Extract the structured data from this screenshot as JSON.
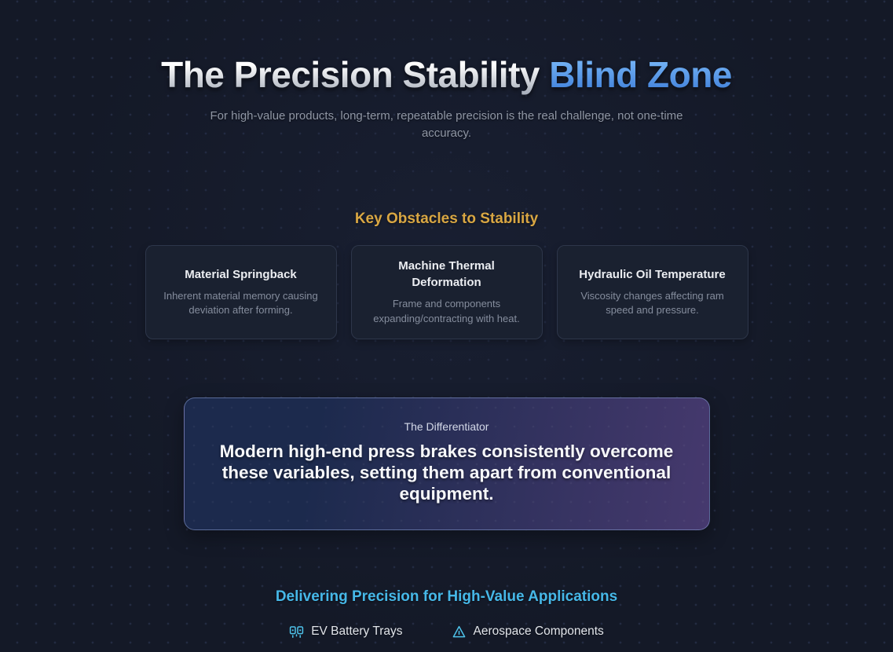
{
  "hero": {
    "title_main": "The Precision Stability",
    "title_accent": "Blind Zone",
    "subtitle": "For high-value products, long-term, repeatable precision is the real challenge, not one-time accuracy."
  },
  "obstacles": {
    "heading": "Key Obstacles to Stability",
    "cards": [
      {
        "title": "Material Springback",
        "description": "Inherent material memory causing deviation after forming."
      },
      {
        "title": "Machine Thermal Deformation",
        "description": "Frame and components expanding/contracting with heat."
      },
      {
        "title": "Hydraulic Oil Temperature",
        "description": "Viscosity changes affecting ram speed and pressure."
      }
    ]
  },
  "differentiator": {
    "label": "The Differentiator",
    "statement": "Modern high-end press brakes consistently overcome these variables, setting them apart from conventional equipment."
  },
  "applications": {
    "heading": "Delivering Precision for High-Value Applications",
    "items": [
      {
        "label": "EV Battery Trays",
        "icon": "battery-cells-icon"
      },
      {
        "label": "Aerospace Components",
        "icon": "delta-aircraft-icon"
      }
    ]
  },
  "colors": {
    "background": "#141927",
    "title_silver": "#ffffff",
    "accent_blue": "#4f94e6",
    "accent_gold": "#d9a743",
    "accent_cyan": "#46b8e8",
    "icon_cyan": "#4ec3ea",
    "card_background": "#1a2130",
    "card_border": "#2d364a",
    "differentiator_gradient_start": "#1c2a4d",
    "differentiator_gradient_end": "#46396e"
  }
}
